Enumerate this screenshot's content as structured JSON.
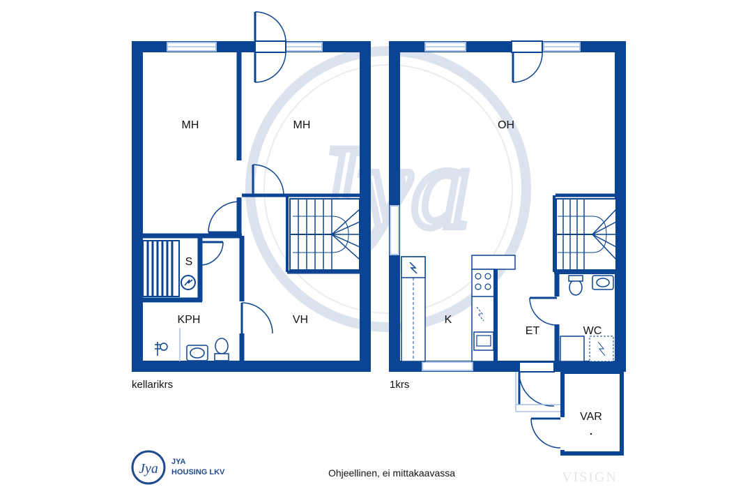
{
  "floors": {
    "basement_label": "kellarikrs",
    "first_label": "1krs"
  },
  "rooms": {
    "mh1": "MH",
    "mh2": "MH",
    "s": "S",
    "kph": "KPH",
    "vh": "VH",
    "oh": "OH",
    "k": "K",
    "et": "ET",
    "wc": "WC",
    "var": "VAR"
  },
  "footer": {
    "note": "Ohjeellinen, ei mittakaavassa",
    "brand_line1": "JYA",
    "brand_line2": "HOUSING LKV",
    "logo_mark": "Jya",
    "watermark_mark": "Jya",
    "credit": "VISIGN"
  },
  "colors": {
    "wall": "#0b4492",
    "watermark": "#dde3ee",
    "window": "#a9c2e6"
  }
}
